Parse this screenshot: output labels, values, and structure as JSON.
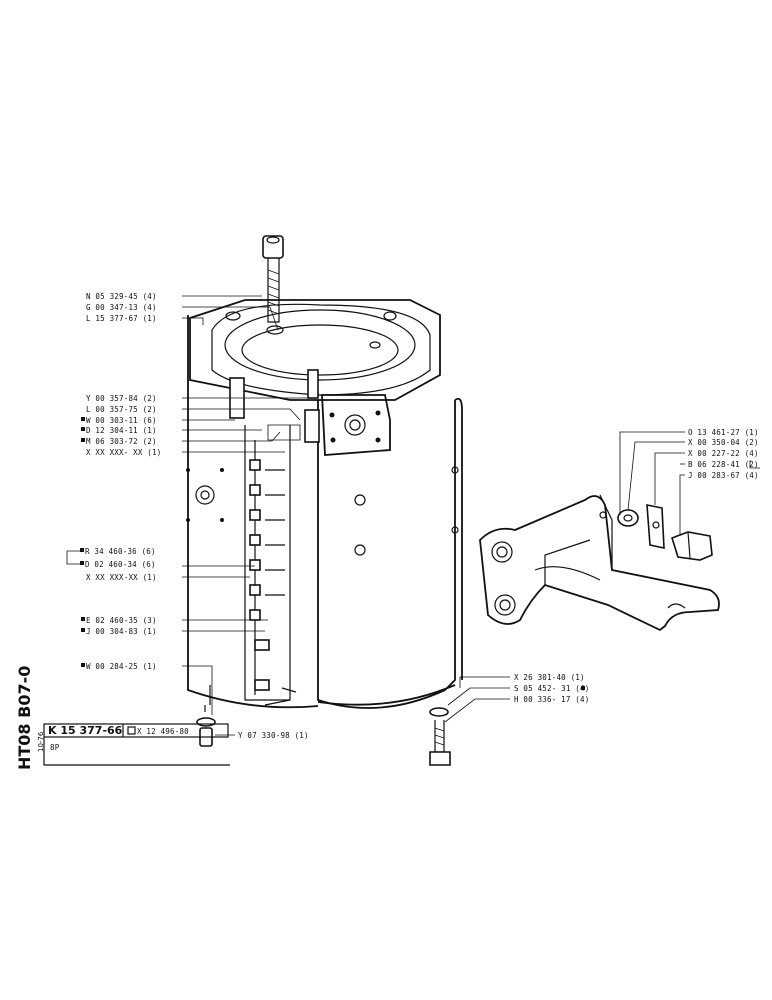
{
  "drawing_code": "HT08 B07-0",
  "date_code": "10-76",
  "part_number": "K 15 377-66",
  "alt_part": "X 12 496-80",
  "description": "8P",
  "callouts_left": [
    "N 05 329-45 (4)",
    "G 00 347-13 (4)",
    "L 15 377-67 (1)",
    "Y 00 357-84 (2)",
    "L 00 357-75 (2)",
    "W 00 303-11 (6)",
    "D 12 304-11 (1)",
    "M 06 303-72 (2)",
    "X XX XXX- XX (1)",
    "R 34 460-36 (6)",
    "D 02 460-34 (6)",
    "X XX XXX-XX (1)",
    "E 02 460-35 (3)",
    "J 00 304-83 (1)",
    "W 00 284-25 (1)"
  ],
  "callout_bottom_center": "Y 07 330-98 (1)",
  "callouts_right_top": [
    "O 13 461-27 (1)",
    "X 00 350-04 (2)",
    "X 00 227-22 (4)",
    "B 06 228-41 (2)",
    "J 00 283-67 (4)"
  ],
  "callouts_right_bottom": [
    "X 26 301-40 (1)",
    "S 05 452- 31 (4)",
    "H 00 336- 17 (4)"
  ]
}
